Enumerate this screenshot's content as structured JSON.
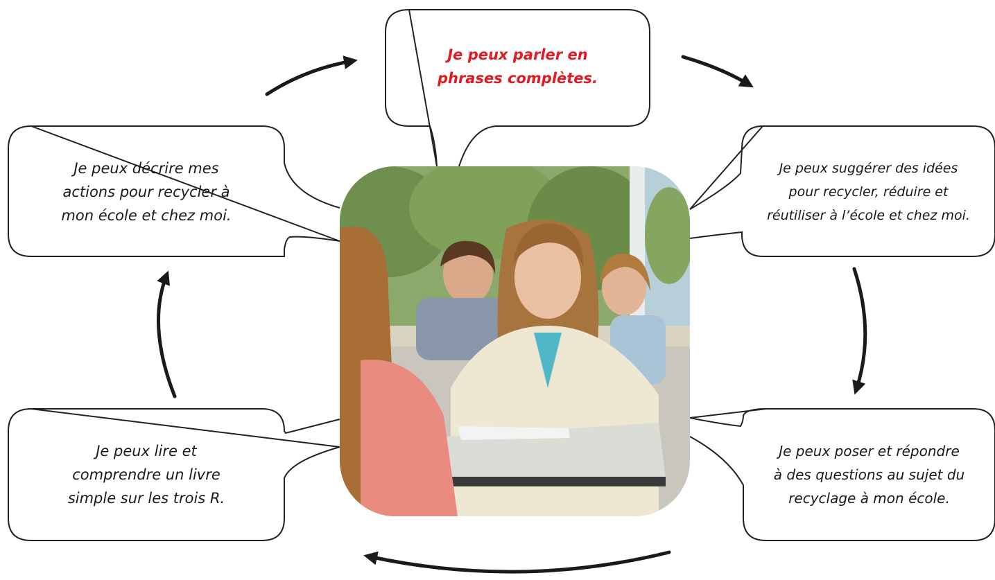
{
  "bubbles": {
    "top": {
      "lines": [
        "Je peux parler en",
        "phrases complètes."
      ],
      "highlight": true,
      "color": "#e01b24"
    },
    "left_top": {
      "lines": [
        "Je peux décrire mes",
        "actions pour recycler à",
        "mon école et chez moi."
      ]
    },
    "right_top": {
      "lines": [
        "Je peux suggérer des idées",
        "pour recycler, réduire et",
        "réutiliser à l’école et chez moi."
      ]
    },
    "left_bottom": {
      "lines": [
        "Je peux lire et",
        "comprendre un livre",
        "simple sur les trois R."
      ]
    },
    "right_bottom": {
      "lines": [
        "Je peux poser et répondre",
        "à des questions au sujet du",
        "recyclage à mon école."
      ]
    }
  },
  "center_photo": {
    "description_icon": "classroom-photo"
  },
  "colors": {
    "stroke": "#222222",
    "highlight": "#e01b24",
    "text": "#1a1a1a"
  }
}
